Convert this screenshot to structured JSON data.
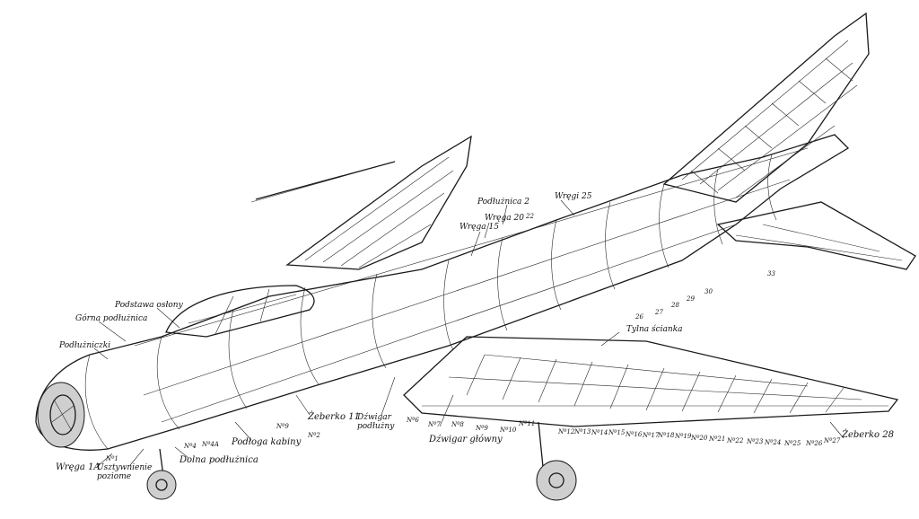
{
  "labels": {
    "wrega_1a": "Wręga 1A",
    "usztywnienie_poziome": "Usztywnienie poziome",
    "dolna_podluznica": "Dolna podłużnica",
    "podloga_kabiny": "Podłoga kabiny",
    "zeberko_11": "Żeberko 11",
    "dzwigar_podluzny": "Dźwigar podłużny",
    "dzwigar_glowny": "Dźwigar główny",
    "zeberko_28": "Żeberko 28",
    "tylna_scianka": "Tylna ścianka",
    "podluznice": "Podłużniczki",
    "gorna_podluznica": "Górna podłużnica",
    "podstawa_oslony": "Podstawa osłony",
    "podluznica_2": "Podłużnica 2",
    "wrega_15": "Wręga 15",
    "wrega_20": "Wręga 20",
    "wrega_25": "Wręgi 25"
  },
  "numbers": {
    "n1": "Nº1",
    "n2": "Nº2",
    "n4": "Nº4",
    "n4a": "Nº4A",
    "n6": "Nº6",
    "n7": "Nº7",
    "n8": "Nº8",
    "n9": "Nº9",
    "n9b": "Nº9",
    "n10": "Nº10",
    "n11": "Nº11",
    "n12": "Nº12",
    "n13": "Nº13",
    "n14": "Nº14",
    "n15": "Nº15",
    "n16": "Nº16",
    "n17": "Nº17",
    "n18": "Nº18",
    "n19": "Nº19",
    "n20": "Nº20",
    "n21": "Nº21",
    "n22": "Nº22",
    "n23": "Nº23",
    "n24": "Nº24",
    "n25": "Nº25",
    "n26": "Nº26",
    "n27": "Nº27",
    "f22": "22",
    "f26": "26",
    "f27": "27",
    "f28": "28",
    "f29": "29",
    "f30": "30",
    "f33": "33"
  }
}
